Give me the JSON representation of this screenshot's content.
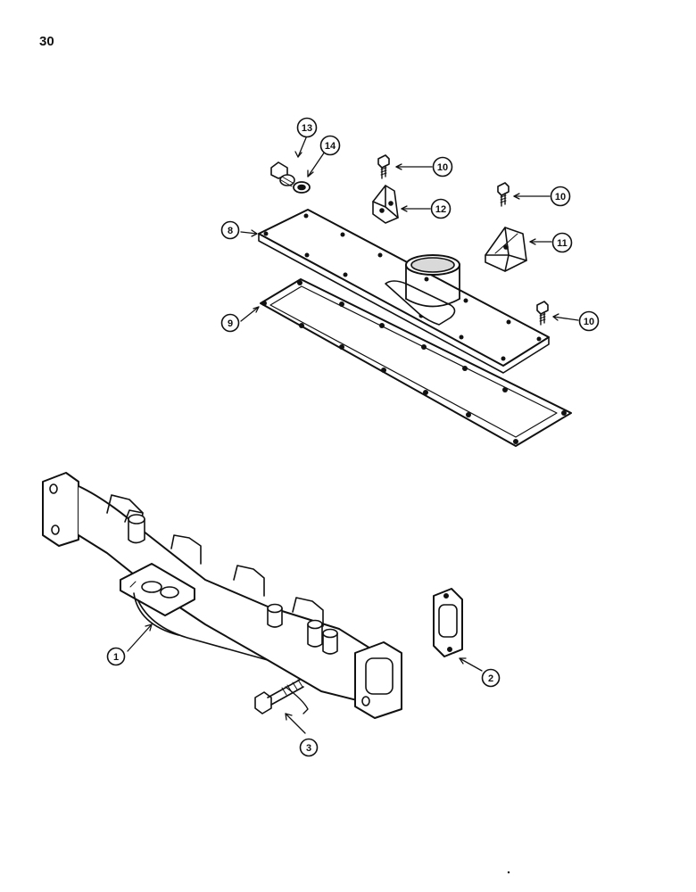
{
  "page": {
    "number": "30"
  },
  "colors": {
    "ink": "#111111",
    "paper": "#ffffff",
    "shade": "#d9d9d9"
  },
  "callouts": [
    {
      "id": "c1",
      "label": "1",
      "part": "exhaust-manifold"
    },
    {
      "id": "c2",
      "label": "2",
      "part": "manifold-gasket"
    },
    {
      "id": "c3",
      "label": "3",
      "part": "manifold-bolt"
    },
    {
      "id": "c8",
      "label": "8",
      "part": "cover-plate"
    },
    {
      "id": "c9",
      "label": "9",
      "part": "cover-gasket"
    },
    {
      "id": "c10a",
      "label": "10",
      "part": "bolt-bracket-12"
    },
    {
      "id": "c10b",
      "label": "10",
      "part": "bolt-bracket-11"
    },
    {
      "id": "c10c",
      "label": "10",
      "part": "bolt-cover-plate"
    },
    {
      "id": "c11",
      "label": "11",
      "part": "support-bracket"
    },
    {
      "id": "c12",
      "label": "12",
      "part": "small-bracket"
    },
    {
      "id": "c13",
      "label": "13",
      "part": "plug"
    },
    {
      "id": "c14",
      "label": "14",
      "part": "washer"
    }
  ]
}
